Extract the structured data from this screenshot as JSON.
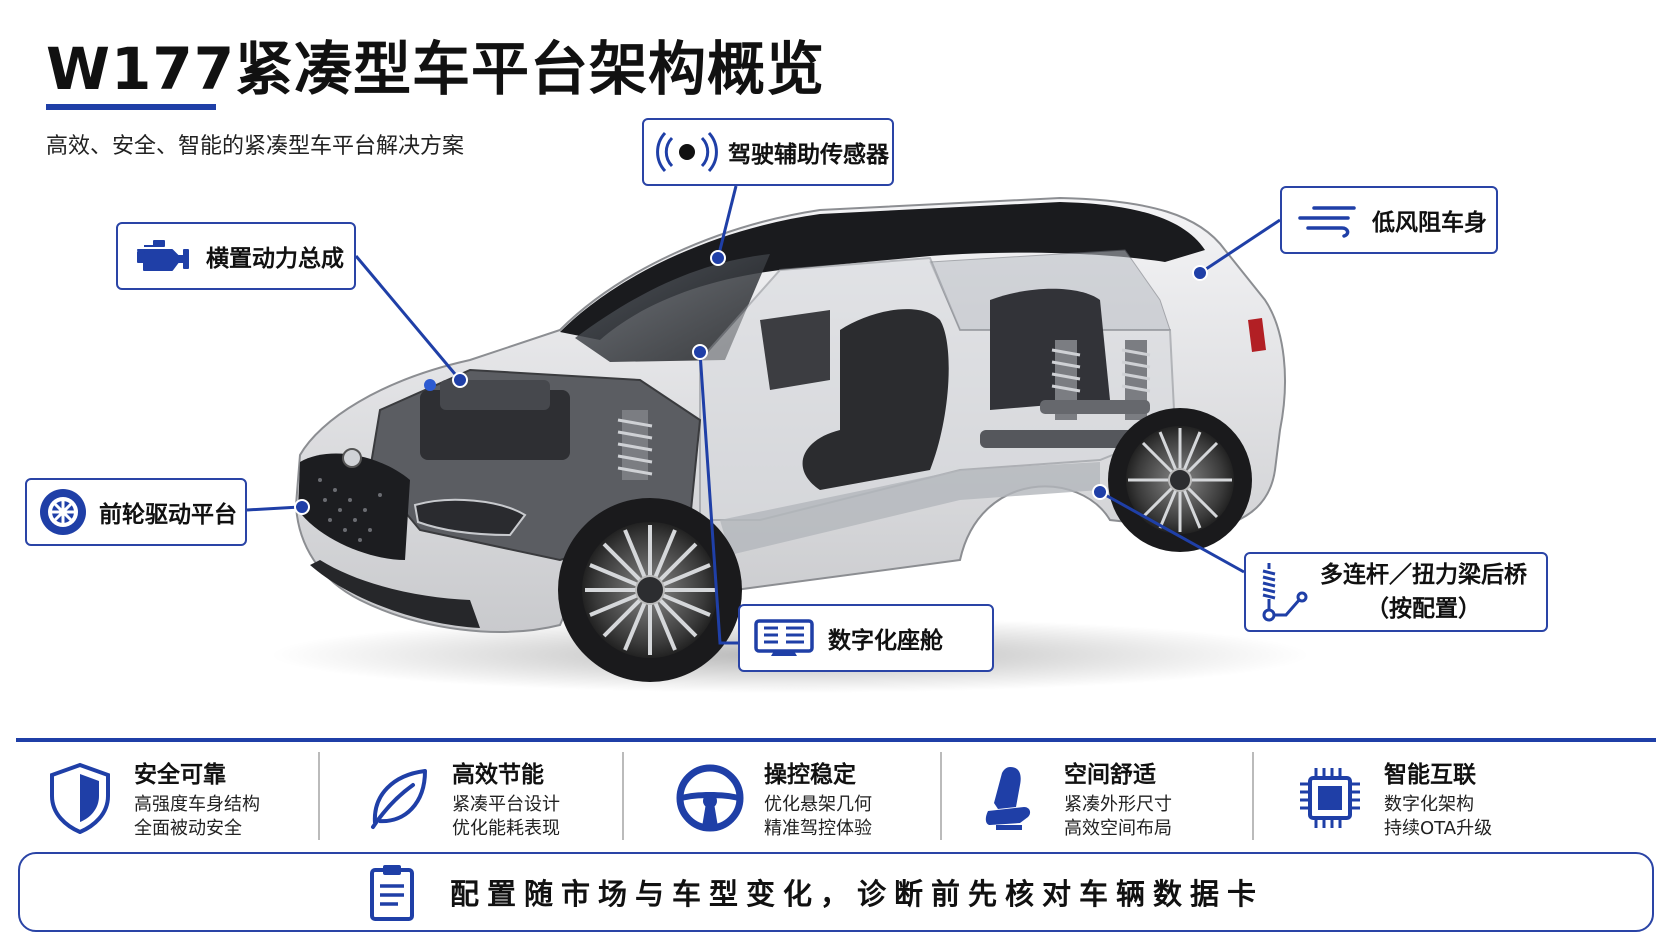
{
  "header": {
    "title": "W177紧凑型车平台架构概览",
    "subtitle": "高效、安全、智能的紧凑型车平台解决方案"
  },
  "colors": {
    "accent": "#1f3fa7",
    "text": "#111111"
  },
  "callouts": {
    "sensor": {
      "label": "驾驶辅助传感器",
      "icon": "sensor-wave-icon"
    },
    "powertrain": {
      "label": "横置动力总成",
      "icon": "engine-icon"
    },
    "aero": {
      "label": "低风阻车身",
      "icon": "wind-icon"
    },
    "fwd": {
      "label": "前轮驱动平台",
      "icon": "wheel-icon"
    },
    "cockpit": {
      "label": "数字化座舱",
      "icon": "dashboard-icon"
    },
    "rear_axle": {
      "label_line1": "多连杆／扭力梁后桥",
      "label_line2": "（按配置）",
      "icon": "suspension-icon"
    }
  },
  "features": [
    {
      "title": "安全可靠",
      "line1": "高强度车身结构",
      "line2": "全面被动安全",
      "icon": "shield-icon"
    },
    {
      "title": "高效节能",
      "line1": "紧凑平台设计",
      "line2": "优化能耗表现",
      "icon": "leaf-icon"
    },
    {
      "title": "操控稳定",
      "line1": "优化悬架几何",
      "line2": "精准驾控体验",
      "icon": "steering-wheel-icon"
    },
    {
      "title": "空间舒适",
      "line1": "紧凑外形尺寸",
      "line2": "高效空间布局",
      "icon": "seat-icon"
    },
    {
      "title": "智能互联",
      "line1": "数字化架构",
      "line2": "持续OTA升级",
      "icon": "chip-icon"
    }
  ],
  "footer_note": {
    "text": "配置随市场与车型变化，诊断前先核对车辆数据卡",
    "icon": "clipboard-icon"
  }
}
